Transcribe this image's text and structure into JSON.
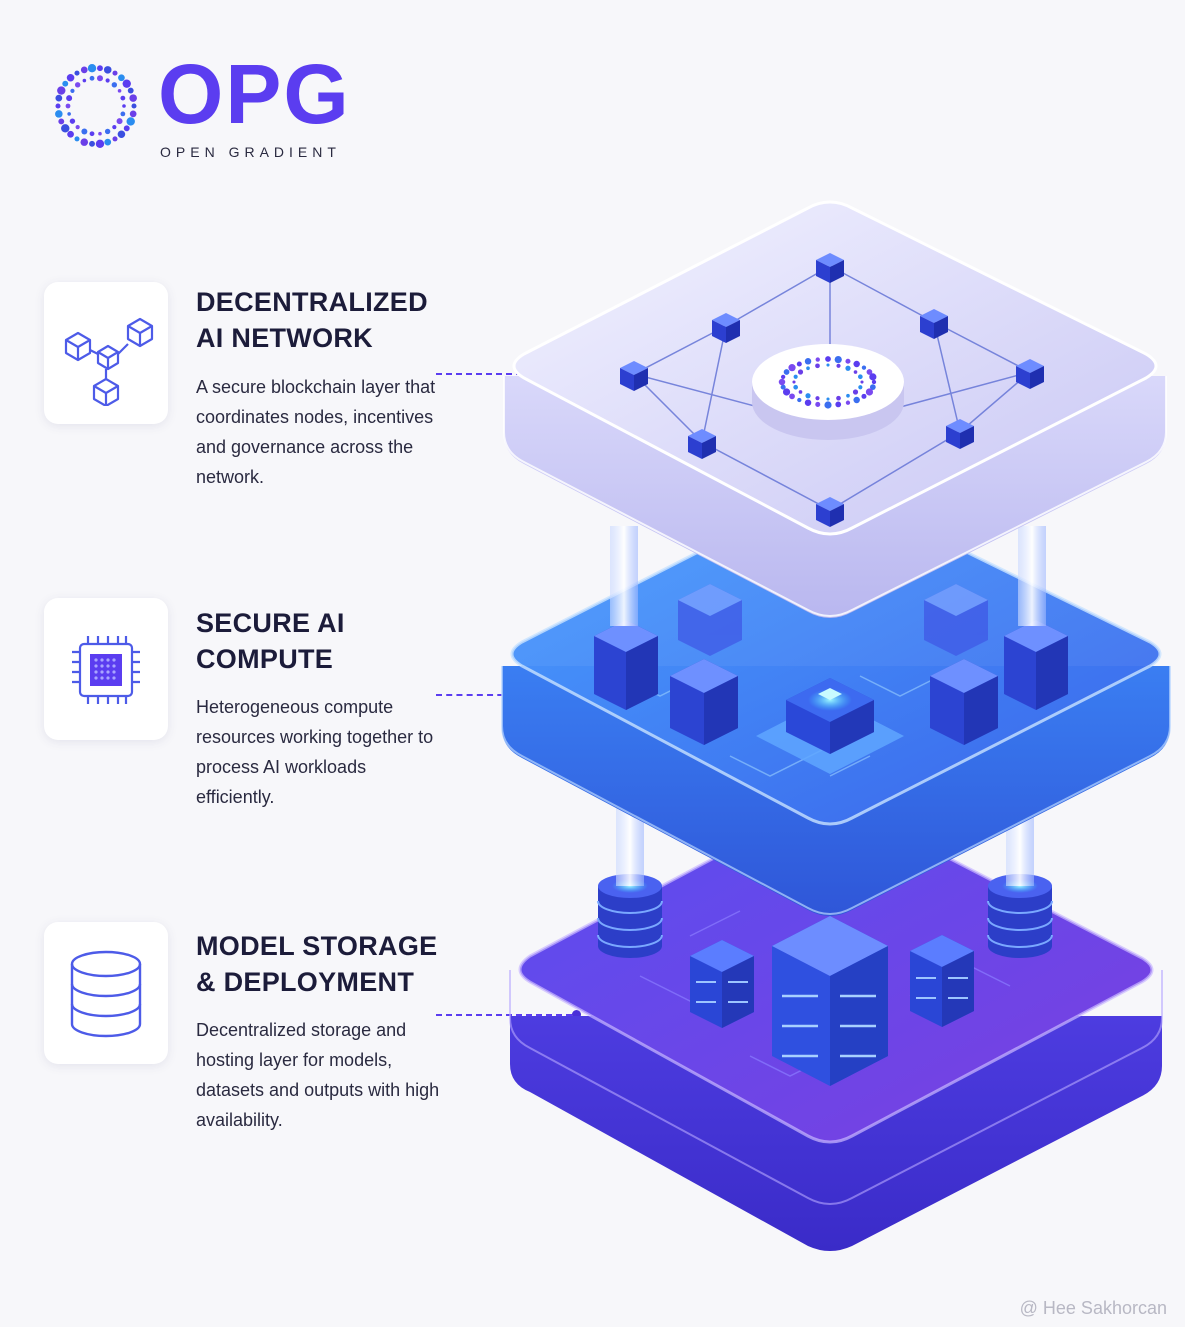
{
  "brand": {
    "name": "OPG",
    "tagline": "OPEN GRADIENT",
    "accent": "#5b3df0"
  },
  "layers": [
    {
      "icon": "network-cubes-icon",
      "title": "DECENTRALIZED\nAI NETWORK",
      "description": "A secure blockchain layer that coordinates nodes, incentives and governance across the network."
    },
    {
      "icon": "chip-icon",
      "title": "SECURE AI\nCOMPUTE",
      "description": "Heterogeneous compute resources working together to process AI workloads efficiently."
    },
    {
      "icon": "database-icon",
      "title": "MODEL STORAGE\n& DEPLOYMENT",
      "description": "Decentralized storage and hosting layer for models, datasets and outputs with high availability."
    }
  ],
  "colors": {
    "top_layer": "#c9c8f5",
    "middle_layer": "#3d7cf0",
    "bottom_layer": "#6a3fe8"
  },
  "watermark": "@ Hee Sakhorcan"
}
